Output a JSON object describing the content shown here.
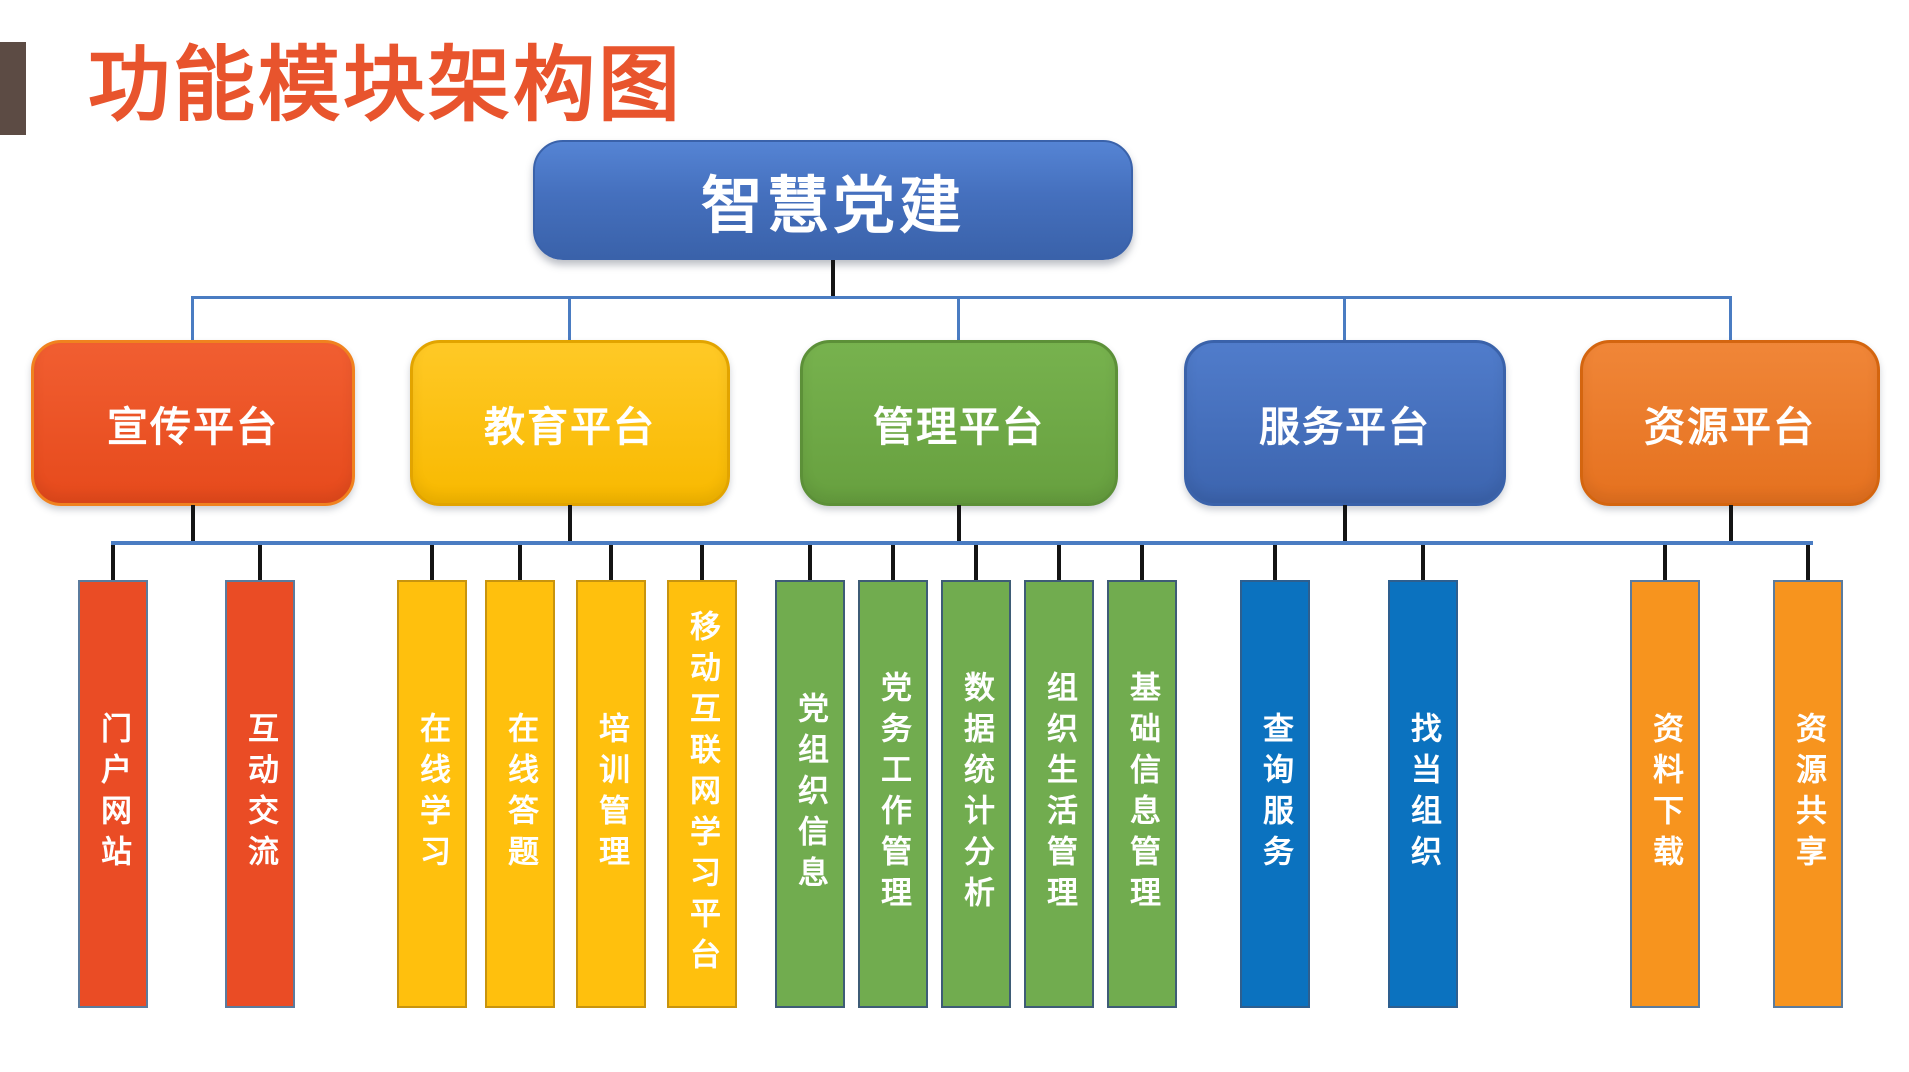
{
  "title": "功能模块架构图",
  "root": {
    "label": "智慧党建"
  },
  "platforms": [
    {
      "label": "宣传平台",
      "fill": "#E85126",
      "border": "#F0821F",
      "children": [
        "门户网站",
        "互动交流"
      ]
    },
    {
      "label": "教育平台",
      "fill": "#FFC00D",
      "border": "#E2A400",
      "children": [
        "在线学习",
        "在线答题",
        "培训管理",
        "移动互联网学习平台"
      ]
    },
    {
      "label": "管理平台",
      "fill": "#70AD47",
      "border": "#5C9038",
      "children": [
        "党组织信息",
        "党务工作管理",
        "数据统计分析",
        "组织生活管理",
        "基础信息管理"
      ]
    },
    {
      "label": "服务平台",
      "fill": "#4472C4",
      "border": "#3A62AA",
      "children": [
        "查询服务",
        "找当组织"
      ]
    },
    {
      "label": "资源平台",
      "fill": "#ED7D31",
      "border": "#D4650F",
      "children": [
        "资料下载",
        "资源共享"
      ]
    }
  ],
  "leaf_colors": {
    "propaganda": {
      "fill": "#EA4C25",
      "border": "#5B7B9D"
    },
    "education": {
      "fill": "#FFC00D",
      "border": "#C8940E"
    },
    "management": {
      "fill": "#71AC4F",
      "border": "#3E5C76"
    },
    "service": {
      "fill": "#0B72BF",
      "border": "#2E5F8F"
    },
    "resource": {
      "fill": "#F7941E",
      "border": "#5B7B9D"
    }
  },
  "colors": {
    "title_text": "#E8542D",
    "accent_bar": "#5C4B44",
    "root_fill_top": "#5584D4",
    "root_fill_bottom": "#3A62AA",
    "connector_blue": "#4A7CC2",
    "connector_black": "#141414",
    "node_text": "#FFFFFF",
    "background": "#FFFFFF"
  }
}
